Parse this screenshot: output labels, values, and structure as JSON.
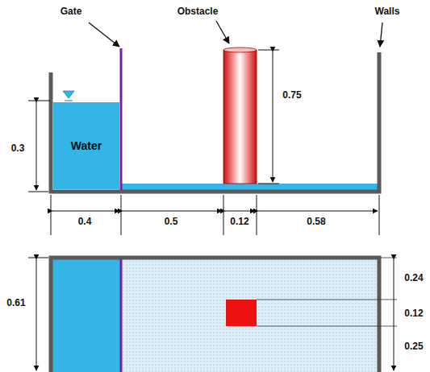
{
  "diagram": {
    "nodes": [
      {
        "text": [
          "Water"
        ]
      }
    ],
    "labels": [
      "Gate",
      "Obstacle",
      "Walls",
      "0.75",
      "0.3",
      "0.4",
      "0.5",
      "0.12",
      "0.58",
      "0.61",
      "0.24",
      "0.12",
      "0.25"
    ]
  }
}
